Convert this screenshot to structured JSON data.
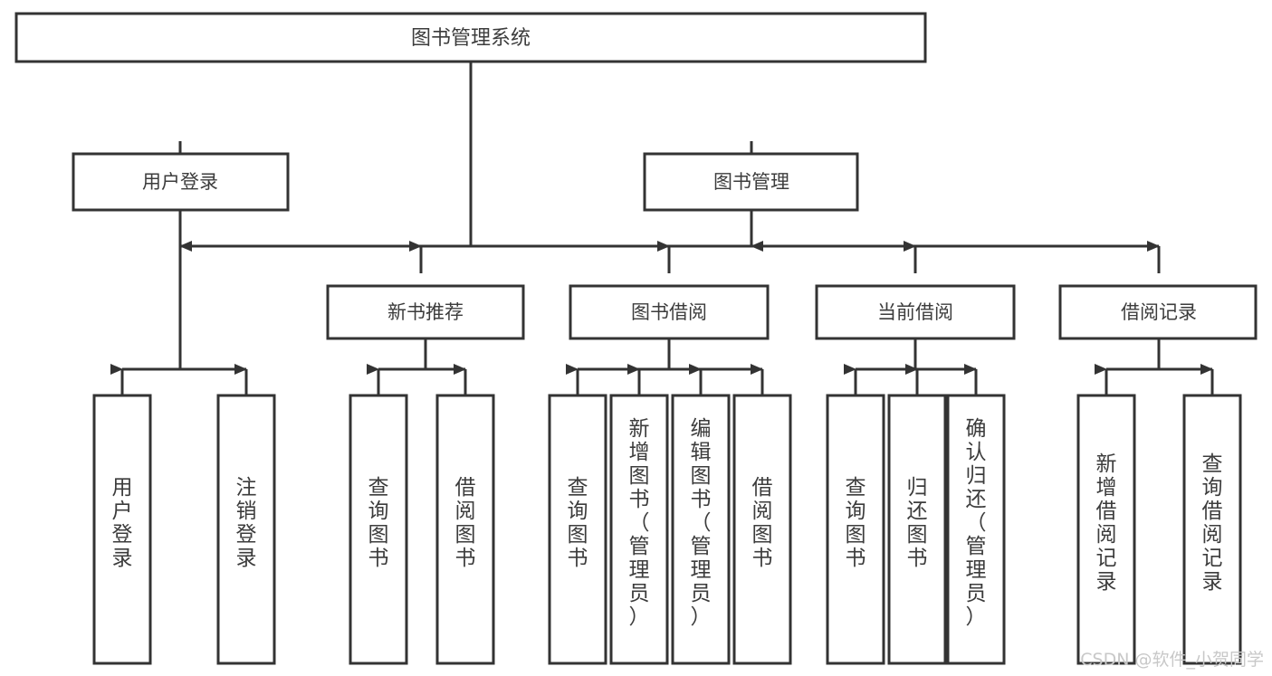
{
  "diagram": {
    "title": "图书管理系统",
    "type": "tree-hierarchy",
    "root": {
      "id": "root",
      "label": "图书管理系统"
    },
    "level2": [
      {
        "id": "user-login",
        "label": "用户登录"
      },
      {
        "id": "book-manage",
        "label": "图书管理"
      }
    ],
    "level3": [
      {
        "id": "new-book-recommend",
        "label": "新书推荐",
        "parent": "book-manage"
      },
      {
        "id": "book-borrow",
        "label": "图书借阅",
        "parent": "book-manage"
      },
      {
        "id": "current-borrow",
        "label": "当前借阅",
        "parent": "book-manage"
      },
      {
        "id": "borrow-record",
        "label": "借阅记录",
        "parent": "book-manage"
      }
    ],
    "leaves": [
      {
        "id": "leaf-user-login",
        "label": "用户登录",
        "parent": "user-login"
      },
      {
        "id": "leaf-user-logout",
        "label": "注销登录",
        "parent": "user-login"
      },
      {
        "id": "leaf-query-book-1",
        "label": "查询图书",
        "parent": "new-book-recommend"
      },
      {
        "id": "leaf-borrow-book-1",
        "label": "借阅图书",
        "parent": "new-book-recommend"
      },
      {
        "id": "leaf-query-book-2",
        "label": "查询图书",
        "parent": "book-borrow"
      },
      {
        "id": "leaf-add-book",
        "label": "新增图书（管理员）",
        "parent": "book-borrow"
      },
      {
        "id": "leaf-edit-book",
        "label": "编辑图书（管理员）",
        "parent": "book-borrow"
      },
      {
        "id": "leaf-borrow-book-2",
        "label": "借阅图书",
        "parent": "book-borrow"
      },
      {
        "id": "leaf-query-book-3",
        "label": "查询图书",
        "parent": "current-borrow"
      },
      {
        "id": "leaf-return-book",
        "label": "归还图书",
        "parent": "current-borrow"
      },
      {
        "id": "leaf-confirm-return",
        "label": "确认归还（管理员）",
        "parent": "current-borrow"
      },
      {
        "id": "leaf-add-record",
        "label": "新增借阅记录",
        "parent": "borrow-record"
      },
      {
        "id": "leaf-query-record",
        "label": "查询借阅记录",
        "parent": "borrow-record"
      }
    ],
    "colors": {
      "background": "#ffffff",
      "node_fill": "#ffffff",
      "node_stroke": "#333333",
      "text": "#3c3c3c",
      "watermark": "#c8c8c8"
    }
  },
  "watermark": {
    "text": "CSDN @软件_小贺同学"
  }
}
